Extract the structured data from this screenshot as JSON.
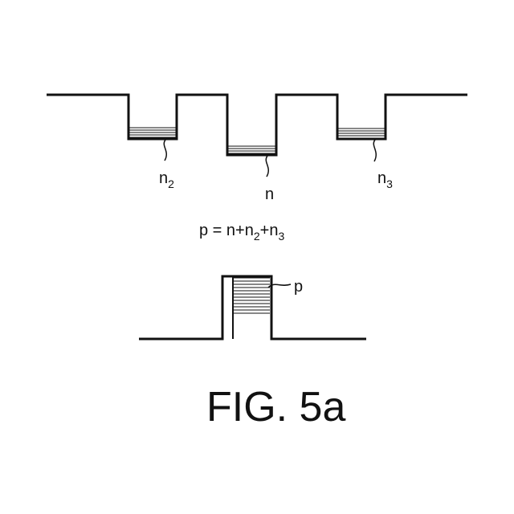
{
  "figure": {
    "caption": "FIG. 5a",
    "equation": {
      "prefix": "p = n+n",
      "sub_a": "2",
      "mid": "+n",
      "sub_b": "3"
    },
    "top_profile": {
      "wells": [
        {
          "label": "n",
          "subscript": "2"
        },
        {
          "label": "n",
          "subscript": ""
        },
        {
          "label": "n",
          "subscript": "3"
        }
      ]
    },
    "bottom_profile": {
      "mesa_label": "p"
    }
  }
}
